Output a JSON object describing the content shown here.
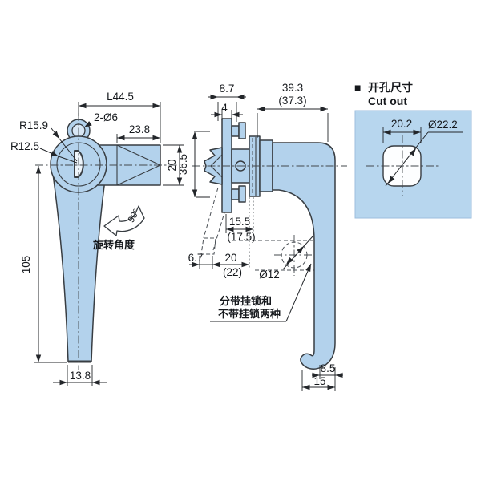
{
  "front_view": {
    "dim_length_overall": "L44.5",
    "dim_holes": "2-Ø6",
    "dim_arm_length": "23.8",
    "radius_outer": "R15.9",
    "radius_inner": "R12.5",
    "dim_arm_height": "20",
    "dim_handle_length": "105",
    "dim_tip_width": "13.8",
    "rotation_angle": "90°",
    "rotation_label": "旋转角度"
  },
  "side_view": {
    "dim_head_depth": "8.7",
    "dim_plate_thickness": "4",
    "dim_depth": "39.3",
    "dim_depth_paren": "(37.3)",
    "dim_body_height": "36.5",
    "dim_grip_clearance": "15.5",
    "dim_grip_clearance_paren": "(17.5)",
    "dim_phantom_thickness": "6.7",
    "dim_panel_offset": "20",
    "dim_panel_offset_paren": "(22)",
    "dim_padlock_hole": "Ø12",
    "padlock_note_line1": "分带挂锁和",
    "padlock_note_line2": "不带挂锁两种",
    "dim_hook_offset": "8.5",
    "dim_hook_width": "15"
  },
  "cutout": {
    "section_marker": "■",
    "title_zh": "开孔尺寸",
    "title_en": "Cut out",
    "dim_across_flats": "20.2",
    "dim_diameter": "Ø22.2"
  },
  "colors": {
    "part_fill": "#b3d2ec",
    "panel_fill": "#b7d6ee",
    "outline": "#383d42",
    "dim_line": "#23262a",
    "text": "#15181c"
  }
}
